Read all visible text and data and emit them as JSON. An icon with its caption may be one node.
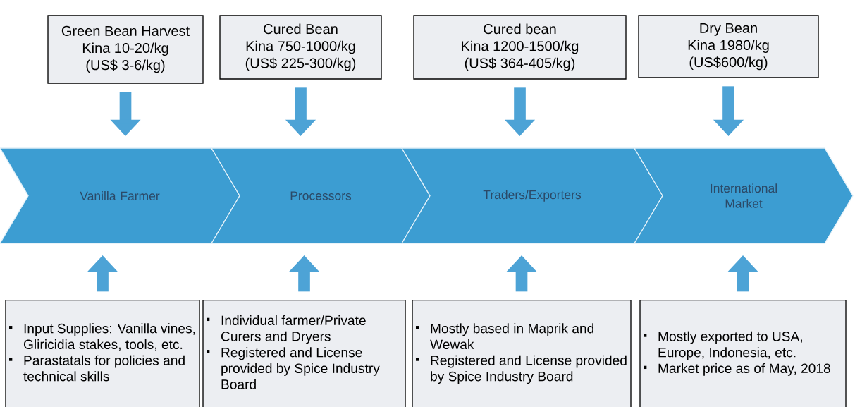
{
  "diagram": {
    "nodes": [
      {
        "text": [
          "Green Bean Harvest",
          "Kina 10-20/kg",
          "(US$ 3-6/kg)"
        ]
      },
      {
        "text": [
          "Cured Bean",
          "Kina 750-1000/kg",
          "(US$ 225-300/kg)"
        ]
      },
      {
        "text": [
          "Cured bean",
          "Kina 1200-1500/kg",
          "(US$ 364-405/kg)"
        ]
      },
      {
        "text": [
          "Dry Bean",
          "Kina 1980/kg",
          "(US$600/kg)"
        ]
      },
      {
        "text": [
          "Vanilla Farmer"
        ]
      },
      {
        "text": [
          "Processors"
        ]
      },
      {
        "text": [
          "Traders/Exporters"
        ]
      },
      {
        "text": [
          "International Market"
        ]
      },
      {
        "text": [
          "Input Supplies: Vanilla vines, Gliricidia stakes, tools, etc.",
          "Parastatals for policies and technical skills"
        ]
      },
      {
        "text": [
          "Individual farmer/Private Curers and Dryers",
          "Registered and License provided by Spice Industry Board"
        ]
      },
      {
        "text": [
          "Mostly based in Maprik and Wewak",
          "Registered and License provided by Spice Industry Board"
        ]
      },
      {
        "text": [
          "Mostly exported to USA, Europe, Indonesia, etc.",
          "Market price as of May, 2018"
        ]
      }
    ],
    "edges": [
      {
        "from": 0,
        "to": 4,
        "arrow": "to"
      },
      {
        "from": 1,
        "to": 5,
        "arrow": "to"
      },
      {
        "from": 2,
        "to": 6,
        "arrow": "to"
      },
      {
        "from": 3,
        "to": 7,
        "arrow": "to"
      },
      {
        "from": 8,
        "to": 4,
        "arrow": "to"
      },
      {
        "from": 9,
        "to": 5,
        "arrow": "to"
      },
      {
        "from": 10,
        "to": 6,
        "arrow": "to"
      },
      {
        "from": 11,
        "to": 7,
        "arrow": "to"
      }
    ]
  }
}
